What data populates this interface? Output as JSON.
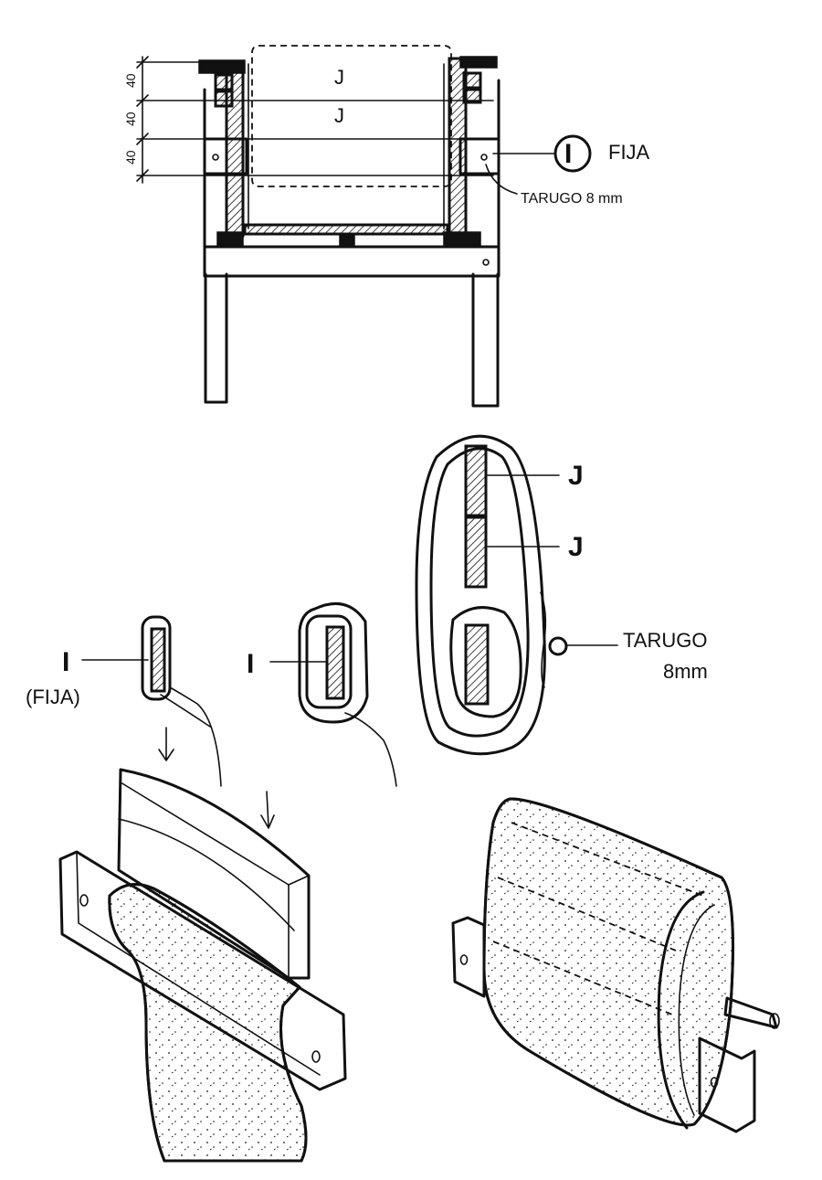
{
  "top_view": {
    "label_j_1": "J",
    "label_j_2": "J",
    "callout_i": "I",
    "callout_fija": "FIJA",
    "tarugo_label": "TARUGO 8 mm",
    "dims": [
      "40",
      "40",
      "40"
    ]
  },
  "section_a": {
    "label_i": "I",
    "label_fija": "(FIJA)"
  },
  "section_b": {
    "label_i": "I"
  },
  "section_c": {
    "label_j_1": "J",
    "label_j_2": "J",
    "tarugo_line1": "TARUGO",
    "tarugo_line2": "8mm"
  },
  "colors": {
    "ink": "#111111",
    "paper": "#ffffff"
  }
}
